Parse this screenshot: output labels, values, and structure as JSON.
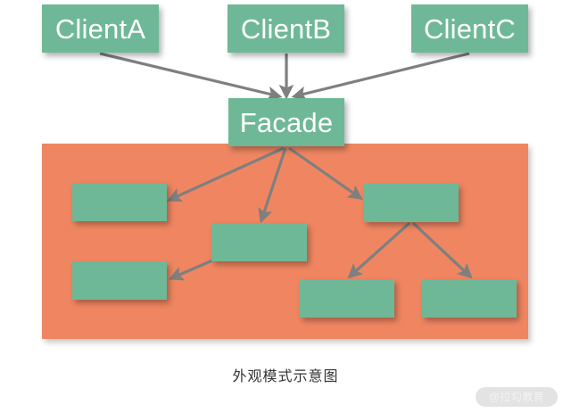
{
  "diagram": {
    "caption": "外观模式示意图",
    "watermark": "@拉勾教育",
    "colors": {
      "node_fill": "#6FB897",
      "node_text": "#FFFFFF",
      "subsystem_panel": "#EF8661",
      "arrow": "#7F7F7F",
      "background": "#FFFFFF",
      "caption_text": "#333333"
    },
    "clients": [
      {
        "id": "client-a",
        "label": "ClientA"
      },
      {
        "id": "client-b",
        "label": "ClientB"
      },
      {
        "id": "client-c",
        "label": "ClientC"
      }
    ],
    "facade": {
      "id": "facade",
      "label": "Facade"
    },
    "subsystem": {
      "label": "",
      "nodes": [
        {
          "id": "sub-1",
          "label": ""
        },
        {
          "id": "sub-2",
          "label": ""
        },
        {
          "id": "sub-3",
          "label": ""
        },
        {
          "id": "sub-4",
          "label": ""
        },
        {
          "id": "sub-5",
          "label": ""
        },
        {
          "id": "sub-6",
          "label": ""
        }
      ]
    },
    "edges": [
      {
        "from": "client-a",
        "to": "facade"
      },
      {
        "from": "client-b",
        "to": "facade"
      },
      {
        "from": "client-c",
        "to": "facade"
      },
      {
        "from": "facade",
        "to": "sub-1"
      },
      {
        "from": "facade",
        "to": "sub-2"
      },
      {
        "from": "facade",
        "to": "sub-3"
      },
      {
        "from": "sub-2",
        "to": "sub-4"
      },
      {
        "from": "sub-3",
        "to": "sub-5"
      },
      {
        "from": "sub-3",
        "to": "sub-6"
      }
    ]
  }
}
